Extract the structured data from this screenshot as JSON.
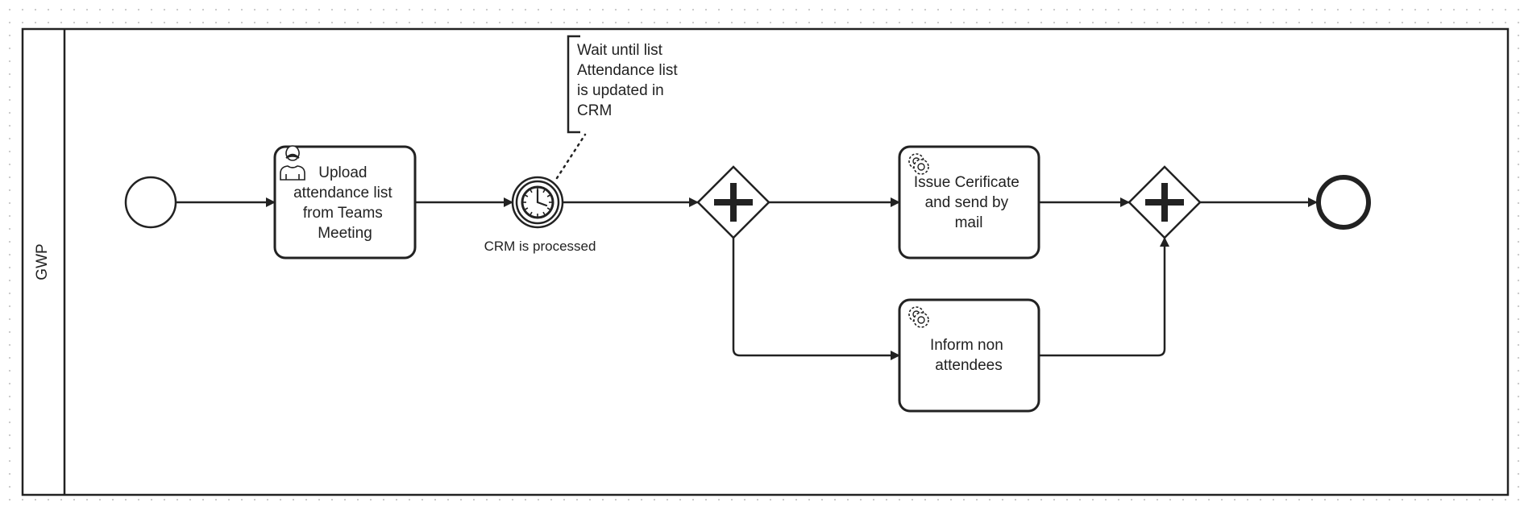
{
  "pool": {
    "lane_label": "GWP"
  },
  "tasks": {
    "upload": {
      "type": "user-task",
      "label_lines": [
        "Upload",
        "attendance list",
        "from Teams",
        "Meeting"
      ]
    },
    "issue": {
      "type": "service-task",
      "label_lines": [
        "Issue Cerificate",
        "and send by",
        "mail"
      ]
    },
    "inform": {
      "type": "service-task",
      "label_lines": [
        "Inform non",
        "attendees"
      ]
    }
  },
  "events": {
    "start": {
      "type": "start-event"
    },
    "timer": {
      "type": "intermediate-timer-event",
      "label": "CRM is processed"
    },
    "end": {
      "type": "end-event"
    }
  },
  "gateways": {
    "split": {
      "type": "parallel-gateway"
    },
    "join": {
      "type": "parallel-gateway"
    }
  },
  "annotation": {
    "lines": [
      "Wait until list",
      "Attendance list",
      "is updated in",
      "CRM"
    ]
  },
  "colors": {
    "stroke": "#222222",
    "background": "#ffffff",
    "grid_dots": "#c9c9c9"
  }
}
